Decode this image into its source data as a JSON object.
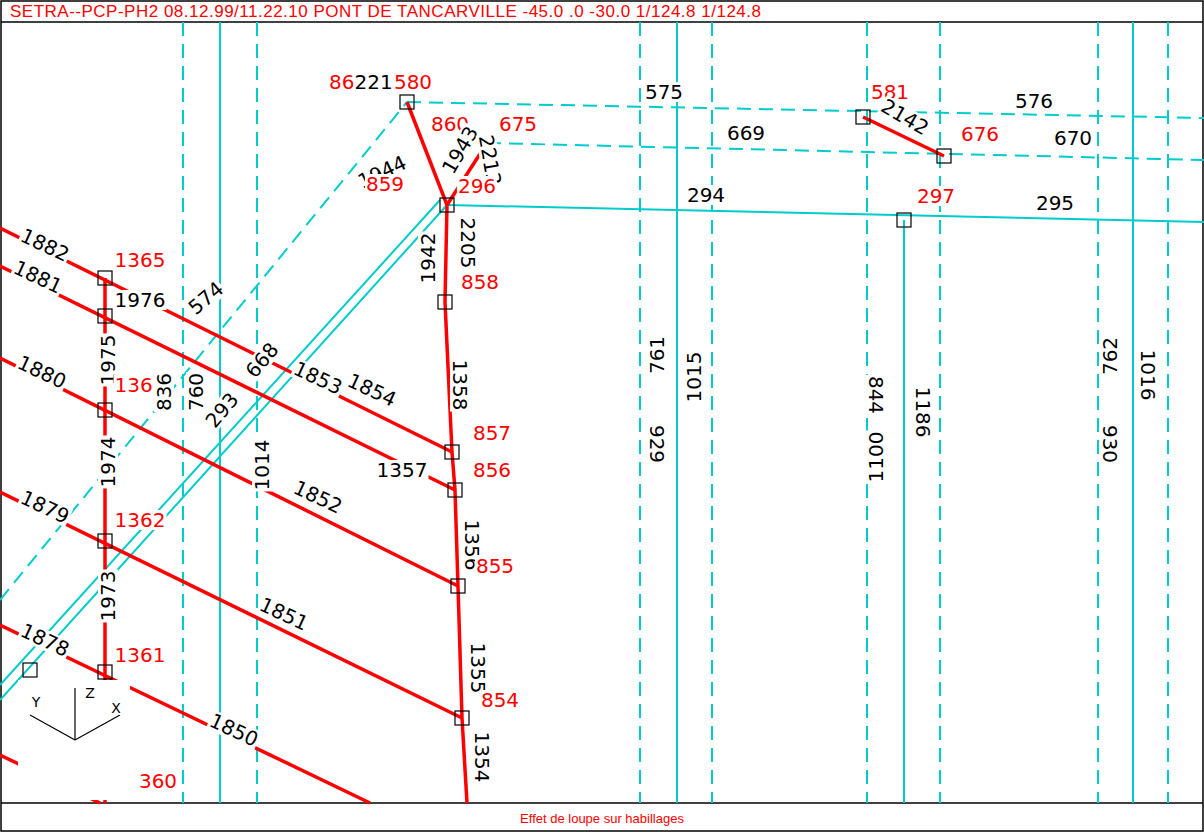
{
  "diagram": {
    "title": "SETRA--PCP-PH2 08.12.99/11.22.10 PONT DE TANCARVILLE -45.0 .0 -30.0 1/124.8 1/124.8",
    "caption": "Effet de loupe sur habillages",
    "labels": [
      "862",
      "2215",
      "580",
      "860",
      "675",
      "1944",
      "1943",
      "2213",
      "859",
      "296",
      "1942",
      "2205",
      "858",
      "575",
      "669",
      "581",
      "2142",
      "676",
      "576",
      "670",
      "294",
      "297",
      "295",
      "1882",
      "1365",
      "1881",
      "1976",
      "574",
      "1975",
      "1880",
      "1363",
      "836",
      "760",
      "293",
      "668",
      "1853",
      "1854",
      "1358",
      "857",
      "1357",
      "856",
      "1014",
      "1852",
      "1974",
      "1879",
      "1362",
      "1356",
      "855",
      "1973",
      "1851",
      "1878",
      "1361",
      "1355",
      "854",
      "1850",
      "1354",
      "360",
      "761",
      "929",
      "1015",
      "844",
      "1100",
      "1186",
      "762",
      "930",
      "1016",
      "Y",
      "Z",
      "X"
    ]
  }
}
